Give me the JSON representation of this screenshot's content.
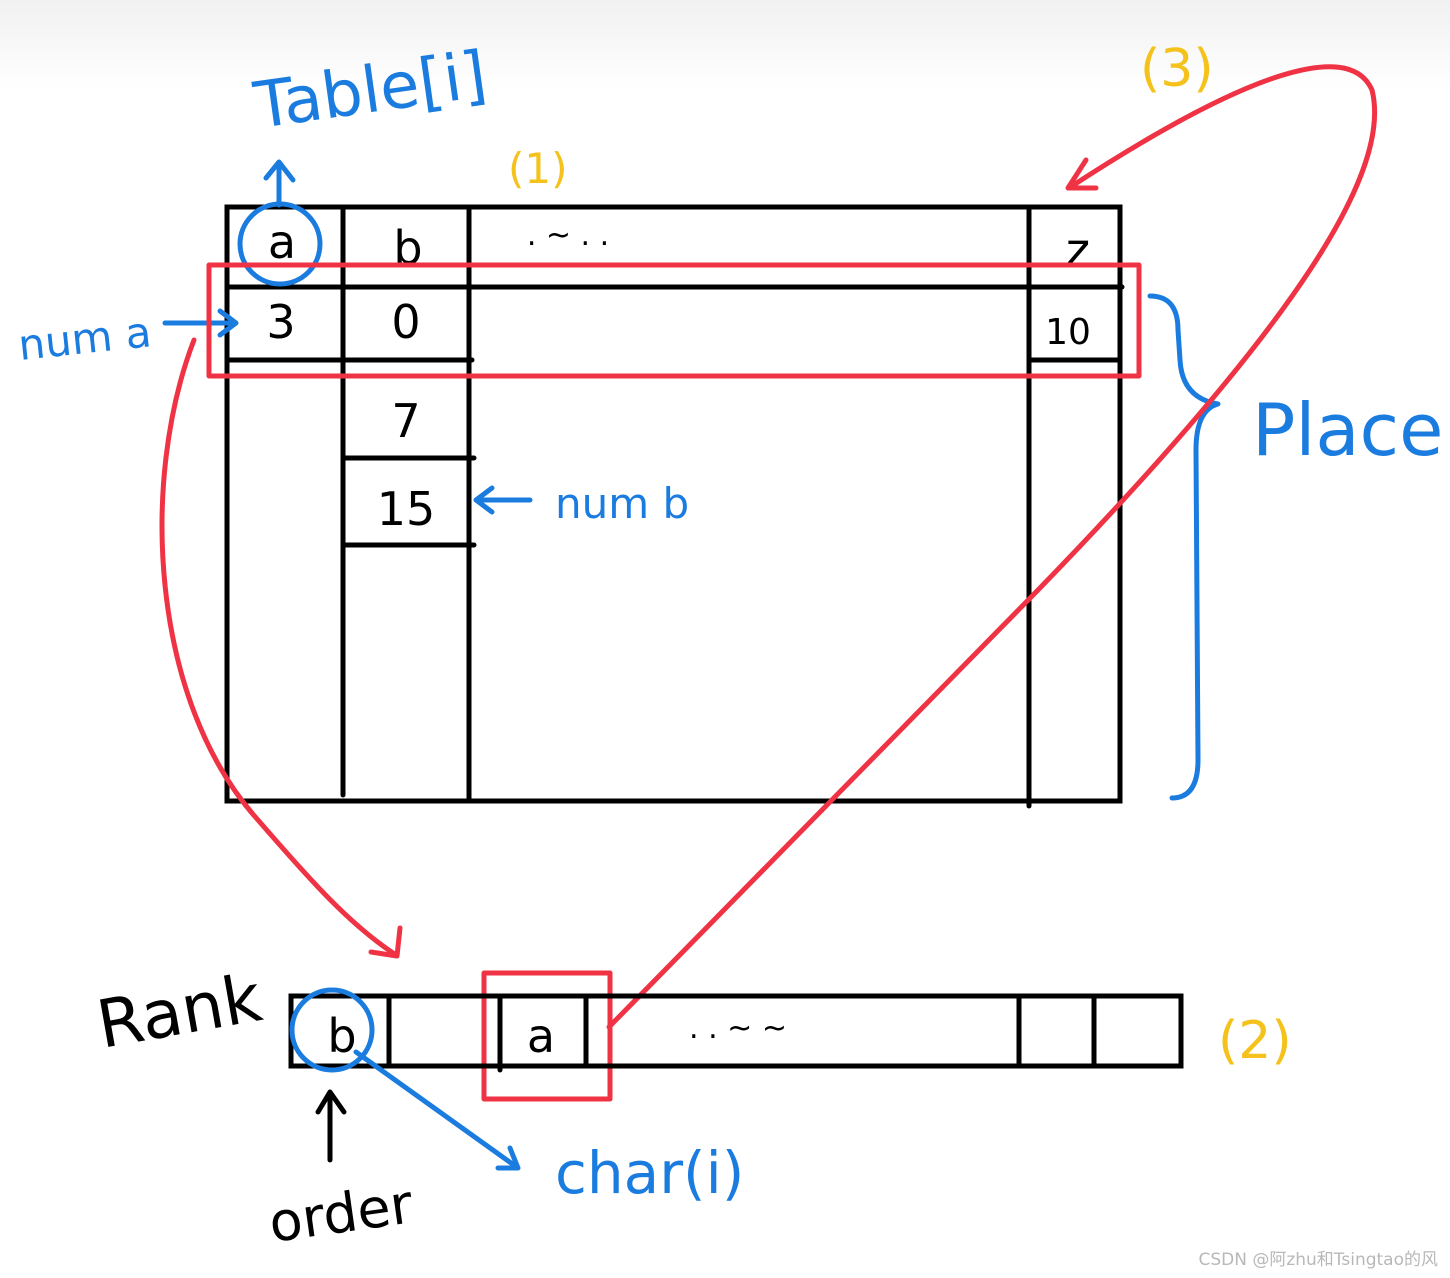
{
  "labels": {
    "table_i": "Table[i]",
    "step1": "(1)",
    "step2": "(2)",
    "step3": "(3)",
    "num_a": "num a",
    "num_b": "num b",
    "place": "Place",
    "rank": "Rank",
    "order": "order",
    "char_i": "char(i)"
  },
  "table": {
    "header": {
      "col_a": "a",
      "col_b": "b",
      "dots": ". ~ . .",
      "col_z": "z"
    },
    "cells": {
      "a_count": "3",
      "b_count": "0",
      "z_count": "10",
      "b_place_1": "7",
      "b_place_2": "15"
    }
  },
  "rank": {
    "cell_0": "b",
    "cell_2": "a",
    "dots": ". . ~ ~"
  },
  "colors": {
    "blue": "#1b7ce0",
    "red": "#f03344",
    "yellow": "#f4c21a",
    "black": "#000000"
  },
  "watermark": "CSDN @阿zhu和Tsingtao的风"
}
